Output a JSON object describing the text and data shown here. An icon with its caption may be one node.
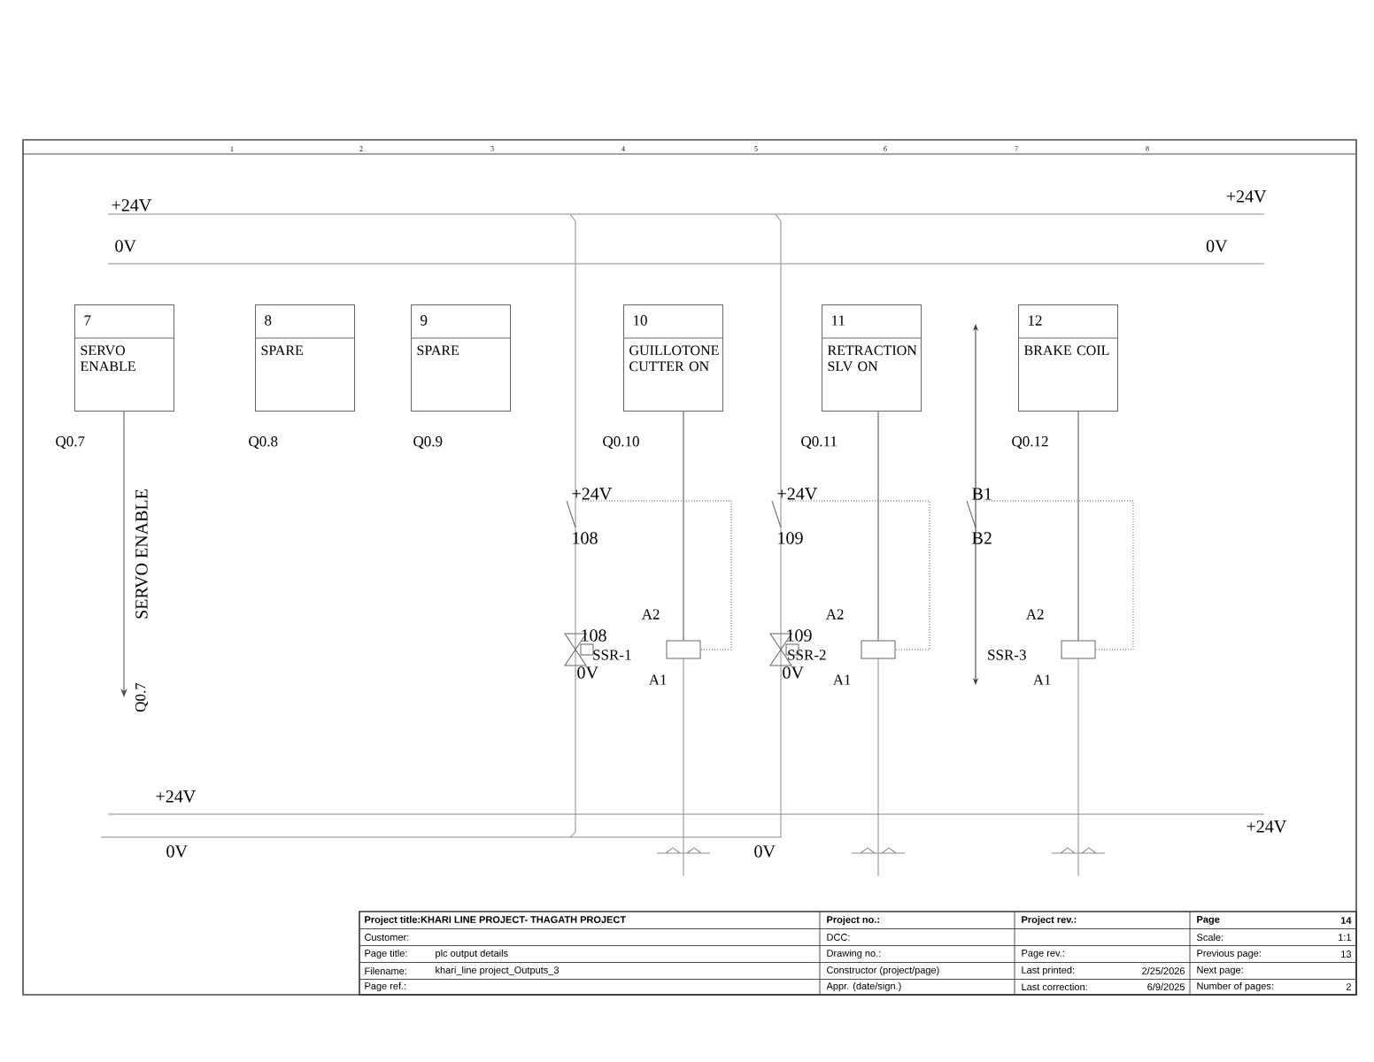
{
  "diagram": {
    "nodes": [
      {
        "text": [
          "7",
          "SERVO ENABLE"
        ],
        "beside": [
          "Q0.7"
        ]
      },
      {
        "text": [
          "8",
          "SPARE"
        ],
        "beside": [
          "Q0.8"
        ]
      },
      {
        "text": [
          "9",
          "SPARE"
        ],
        "beside": [
          "Q0.9"
        ]
      },
      {
        "text": [
          "10",
          "GUILLOTONE CUTTER ON"
        ],
        "beside": [
          "Q0.10"
        ]
      },
      {
        "text": [
          "11",
          "RETRACTION SLV ON"
        ],
        "beside": [
          "Q0.11"
        ]
      },
      {
        "text": [
          "12",
          "BRAKE COIL"
        ],
        "beside": [
          "Q0.12"
        ]
      },
      {
        "text": [],
        "shape": "box",
        "beside": [
          "A2",
          "SSR-1",
          "A1"
        ]
      },
      {
        "text": [],
        "shape": "box",
        "beside": [
          "A2",
          "SSR-2",
          "A1"
        ]
      },
      {
        "text": [],
        "shape": "box",
        "beside": [
          "A2",
          "SSR-3",
          "A1"
        ]
      },
      {
        "text": [
          "Q0.7"
        ]
      }
    ],
    "edges": [
      {
        "from": 0,
        "to": 9,
        "arrow": "to"
      },
      {
        "from": 3,
        "to": 6,
        "arrow": "none"
      },
      {
        "from": 4,
        "to": 7,
        "arrow": "none"
      },
      {
        "from": 5,
        "to": 8,
        "arrow": "none"
      }
    ],
    "labels": [
      "1",
      "2",
      "3",
      "4",
      "5",
      "6",
      "7",
      "8",
      "+24V",
      "0V",
      "+24V",
      "0V",
      "SERVO ENABLE",
      "+24V",
      "108",
      "108",
      "0V",
      "+24V",
      "109",
      "109",
      "0V",
      "B1",
      "B2",
      "+24V",
      "0V",
      "0V",
      "+24V",
      "Project title:KHARI LINE PROJECT- THAGATH PROJECT",
      "Project no.:",
      "Project rev.:",
      "Page",
      "14",
      "Customer:",
      "DCC:",
      "Scale:",
      "1:1",
      "Page title:",
      "plc output details",
      "Drawing no.:",
      "Page rev.:",
      "Previous page:",
      "13",
      "Filename:",
      "khari_line project_Outputs_3",
      "Constructor (project/page)",
      "Last printed:",
      "2/25/2026",
      "Next page:",
      "Page ref.:",
      "Appr. (date/sign.)",
      "Last correction:",
      "6/9/2025",
      "Number of pages:",
      "2"
    ]
  }
}
